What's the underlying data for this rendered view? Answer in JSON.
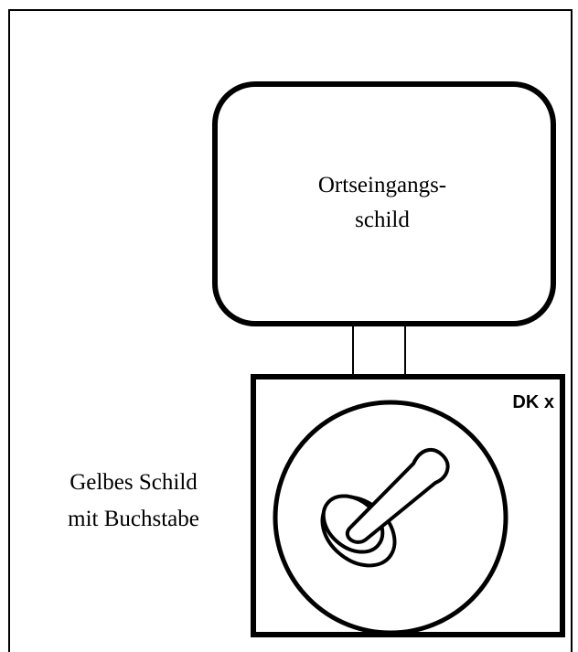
{
  "diagram": {
    "sign_label": {
      "line1": "Ortseingangs-",
      "line2": "schild"
    },
    "marker_code": "DK x",
    "side_label": {
      "line1": "Gelbes Schild",
      "line2": "mit Buchstabe"
    },
    "colors": {
      "stroke": "#000000",
      "background": "#ffffff"
    }
  }
}
